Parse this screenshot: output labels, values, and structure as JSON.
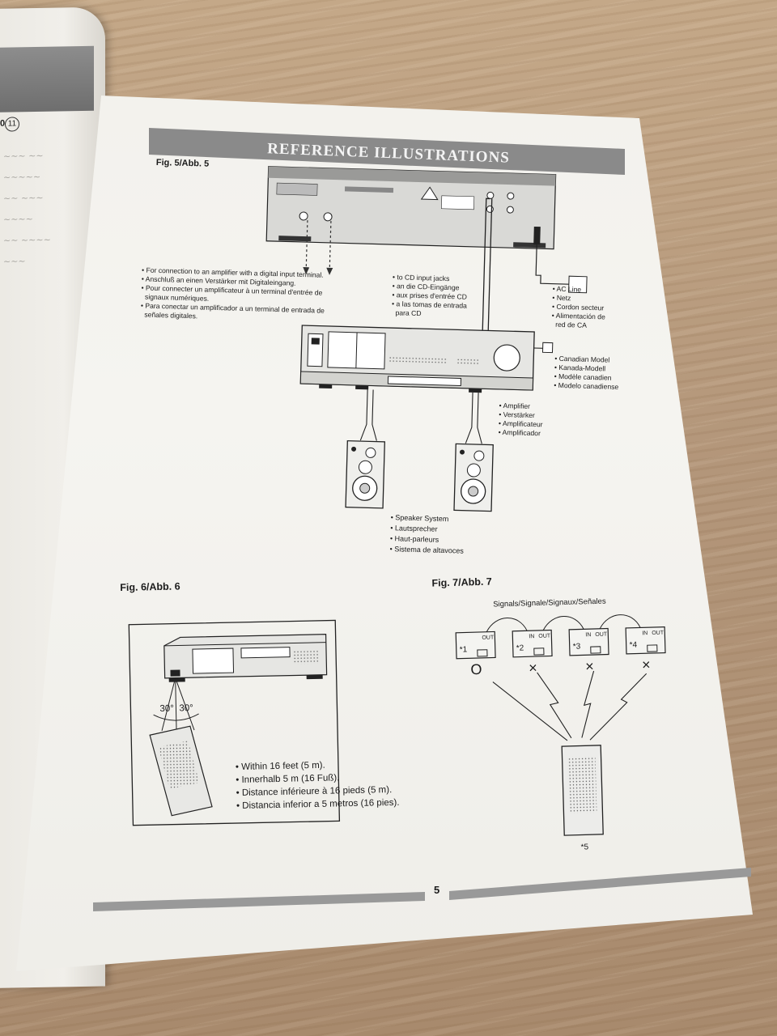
{
  "left_page": {
    "badge_number": "11",
    "badge_partial": "0"
  },
  "header": {
    "title": "REFERENCE ILLUSTRATIONS"
  },
  "fig5": {
    "label": "Fig. 5/Abb. 5",
    "digital_note": [
      "• For connection to an amplifier with a digital input terminal.",
      "• Anschluß an einen Verstärker mit Digitaleingang.",
      "• Pour connecter un amplificateur à un terminal d'entrée de",
      "  signaux numériques.",
      "• Para conectar un amplificador a un terminal de entrada de",
      "  señales digitales."
    ],
    "cd_jacks": [
      "• to CD input jacks",
      "• an die CD-Eingänge",
      "• aux prises d'entrée CD",
      "• a las tomas de entrada",
      "  para CD"
    ],
    "ac_line": [
      "• AC Line",
      "• Netz",
      "• Cordon secteur",
      "• Alimentación de",
      "  red de CA"
    ],
    "canadian_model": [
      "• Canadian Model",
      "• Kanada-Modell",
      "• Modèle canadien",
      "• Modelo canadiense"
    ],
    "amplifier": [
      "• Amplifier",
      "• Verstärker",
      "• Amplificateur",
      "• Amplificador"
    ],
    "speaker": [
      "• Speaker System",
      "• Lautsprecher",
      "• Haut-parleurs",
      "• Sistema de altavoces"
    ]
  },
  "fig6": {
    "label": "Fig. 6/Abb. 6",
    "angle_left": "30°",
    "angle_right": "30°",
    "distance": [
      "• Within 16 feet (5 m).",
      "• Innerhalb 5 m (16 Fuß).",
      "• Distance inférieure à 16 pieds (5 m).",
      "• Distancia inferior a 5 metros (16 pies)."
    ]
  },
  "fig7": {
    "label": "Fig. 7/Abb. 7",
    "signals": "Signals/Signale/Signaux/Señales",
    "units": [
      {
        "num": "*1",
        "in": "",
        "out": "OUT",
        "mark": "O"
      },
      {
        "num": "*2",
        "in": "IN",
        "out": "OUT",
        "mark": "×"
      },
      {
        "num": "*3",
        "in": "IN",
        "out": "OUT",
        "mark": "×"
      },
      {
        "num": "*4",
        "in": "IN",
        "out": "OUT",
        "mark": "×"
      }
    ],
    "remote_note": "*5"
  },
  "footer": {
    "page_number": "5"
  }
}
